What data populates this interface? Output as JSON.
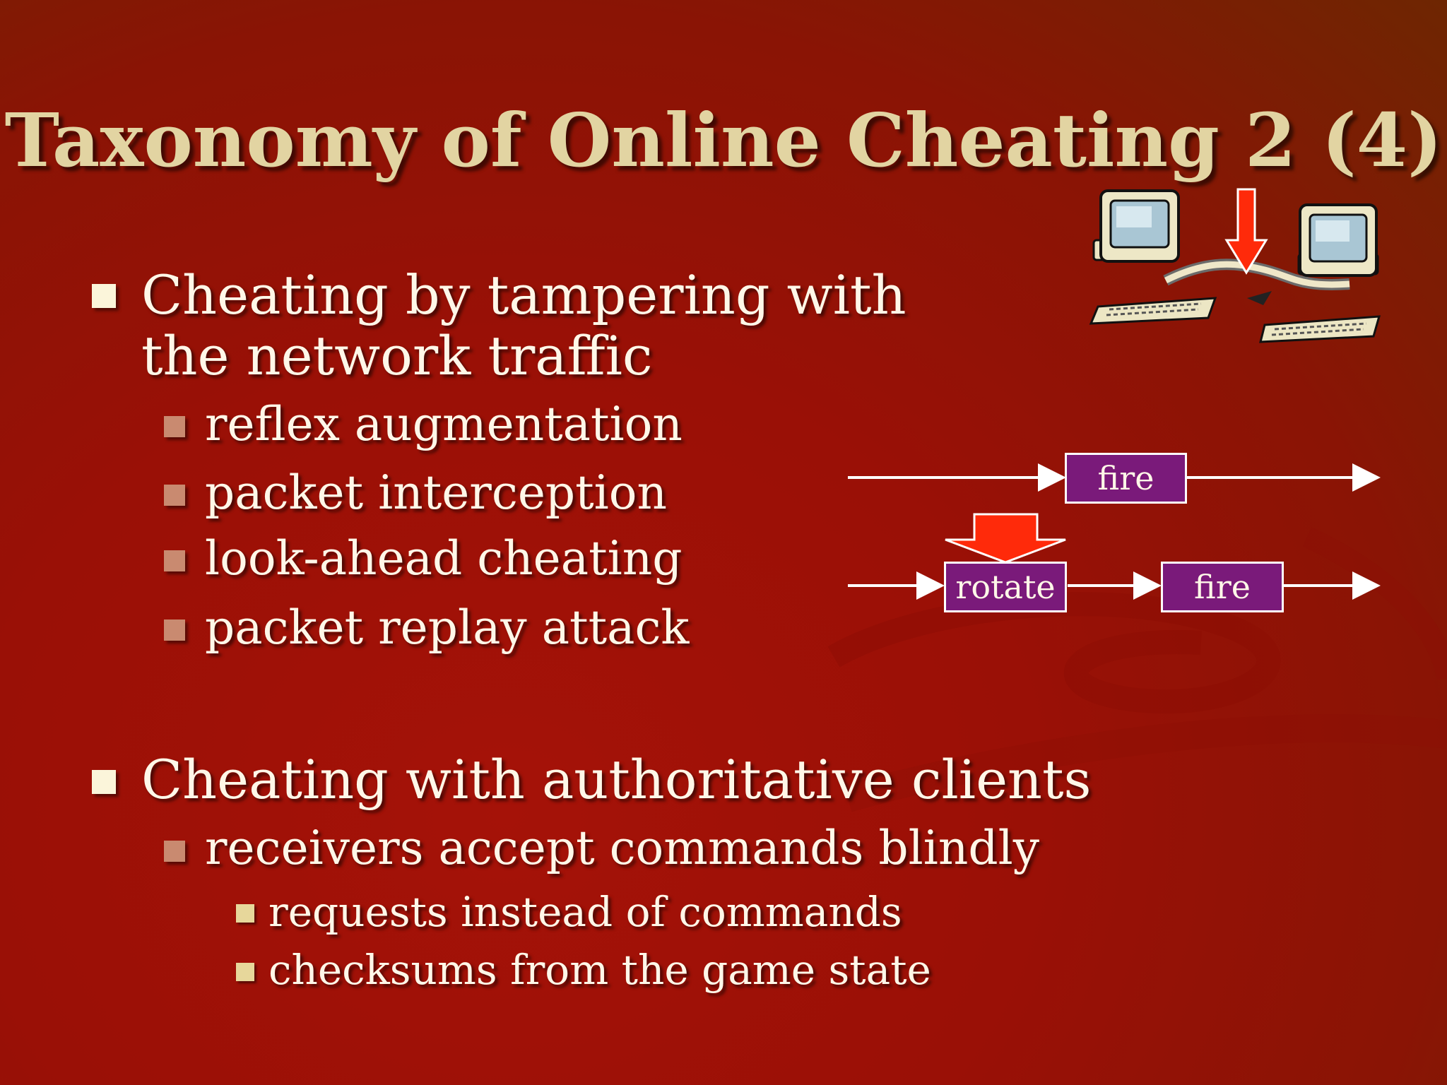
{
  "slide": {
    "title": "Taxonomy of Online Cheating 2 (4)",
    "bullets": [
      {
        "text_line1": "Cheating by tampering with",
        "text_line2": "the network traffic",
        "subitems": [
          "reflex augmentation",
          "packet interception",
          "look-ahead cheating",
          "packet replay attack"
        ]
      },
      {
        "text": "Cheating with authoritative clients",
        "subitems": [
          {
            "text": "receivers accept commands blindly",
            "subitems": [
              "requests instead of commands",
              "checksums from the game state"
            ]
          }
        ]
      }
    ]
  },
  "diagram": {
    "top_packet": "fire",
    "bottom_packets": [
      "rotate",
      "fire"
    ],
    "colors": {
      "packet_fill": "#7a1a7a",
      "insert_arrow": "#ff2a0a",
      "stream_line": "#ffffff"
    }
  },
  "clipart": {
    "icon": "networked-computers-icon",
    "arrow_color": "#ff2a0a"
  },
  "colors": {
    "title": "#e2d4a2",
    "text": "#fff7e8",
    "background": "#9a1006"
  }
}
